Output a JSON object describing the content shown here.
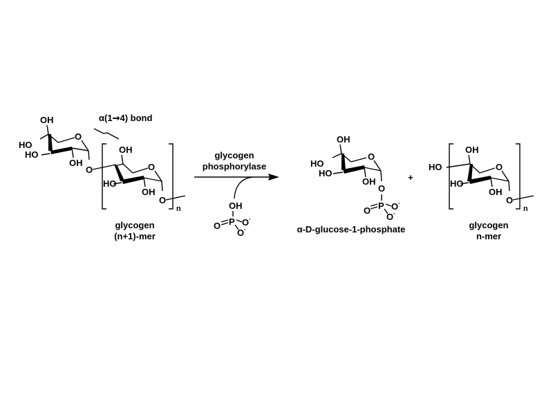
{
  "reaction": {
    "enzyme_line1": "glycogen",
    "enzyme_line2": "phosphorylase",
    "plus": "+",
    "bond_annotation": {
      "prefix": "α",
      "text": "(1",
      "arrow": "➞",
      "suffix": "4) bond"
    }
  },
  "reactant": {
    "name_line1": "glycogen",
    "name_line2": "(n+1)-mer",
    "repeat": "n"
  },
  "cosubstrate": {
    "oh": "OH",
    "p": "P",
    "o_double": "O",
    "o_minus1": "O",
    "o_minus2": "O",
    "charge": "-"
  },
  "product1": {
    "name_prefix": "α-D-",
    "name": "glucose-1-phosphate"
  },
  "product2": {
    "name_line1": "glycogen",
    "name_line2": "n-mer",
    "repeat": "n"
  },
  "atoms": {
    "OH": "OH",
    "HO": "HO",
    "O": "O",
    "P": "P"
  }
}
